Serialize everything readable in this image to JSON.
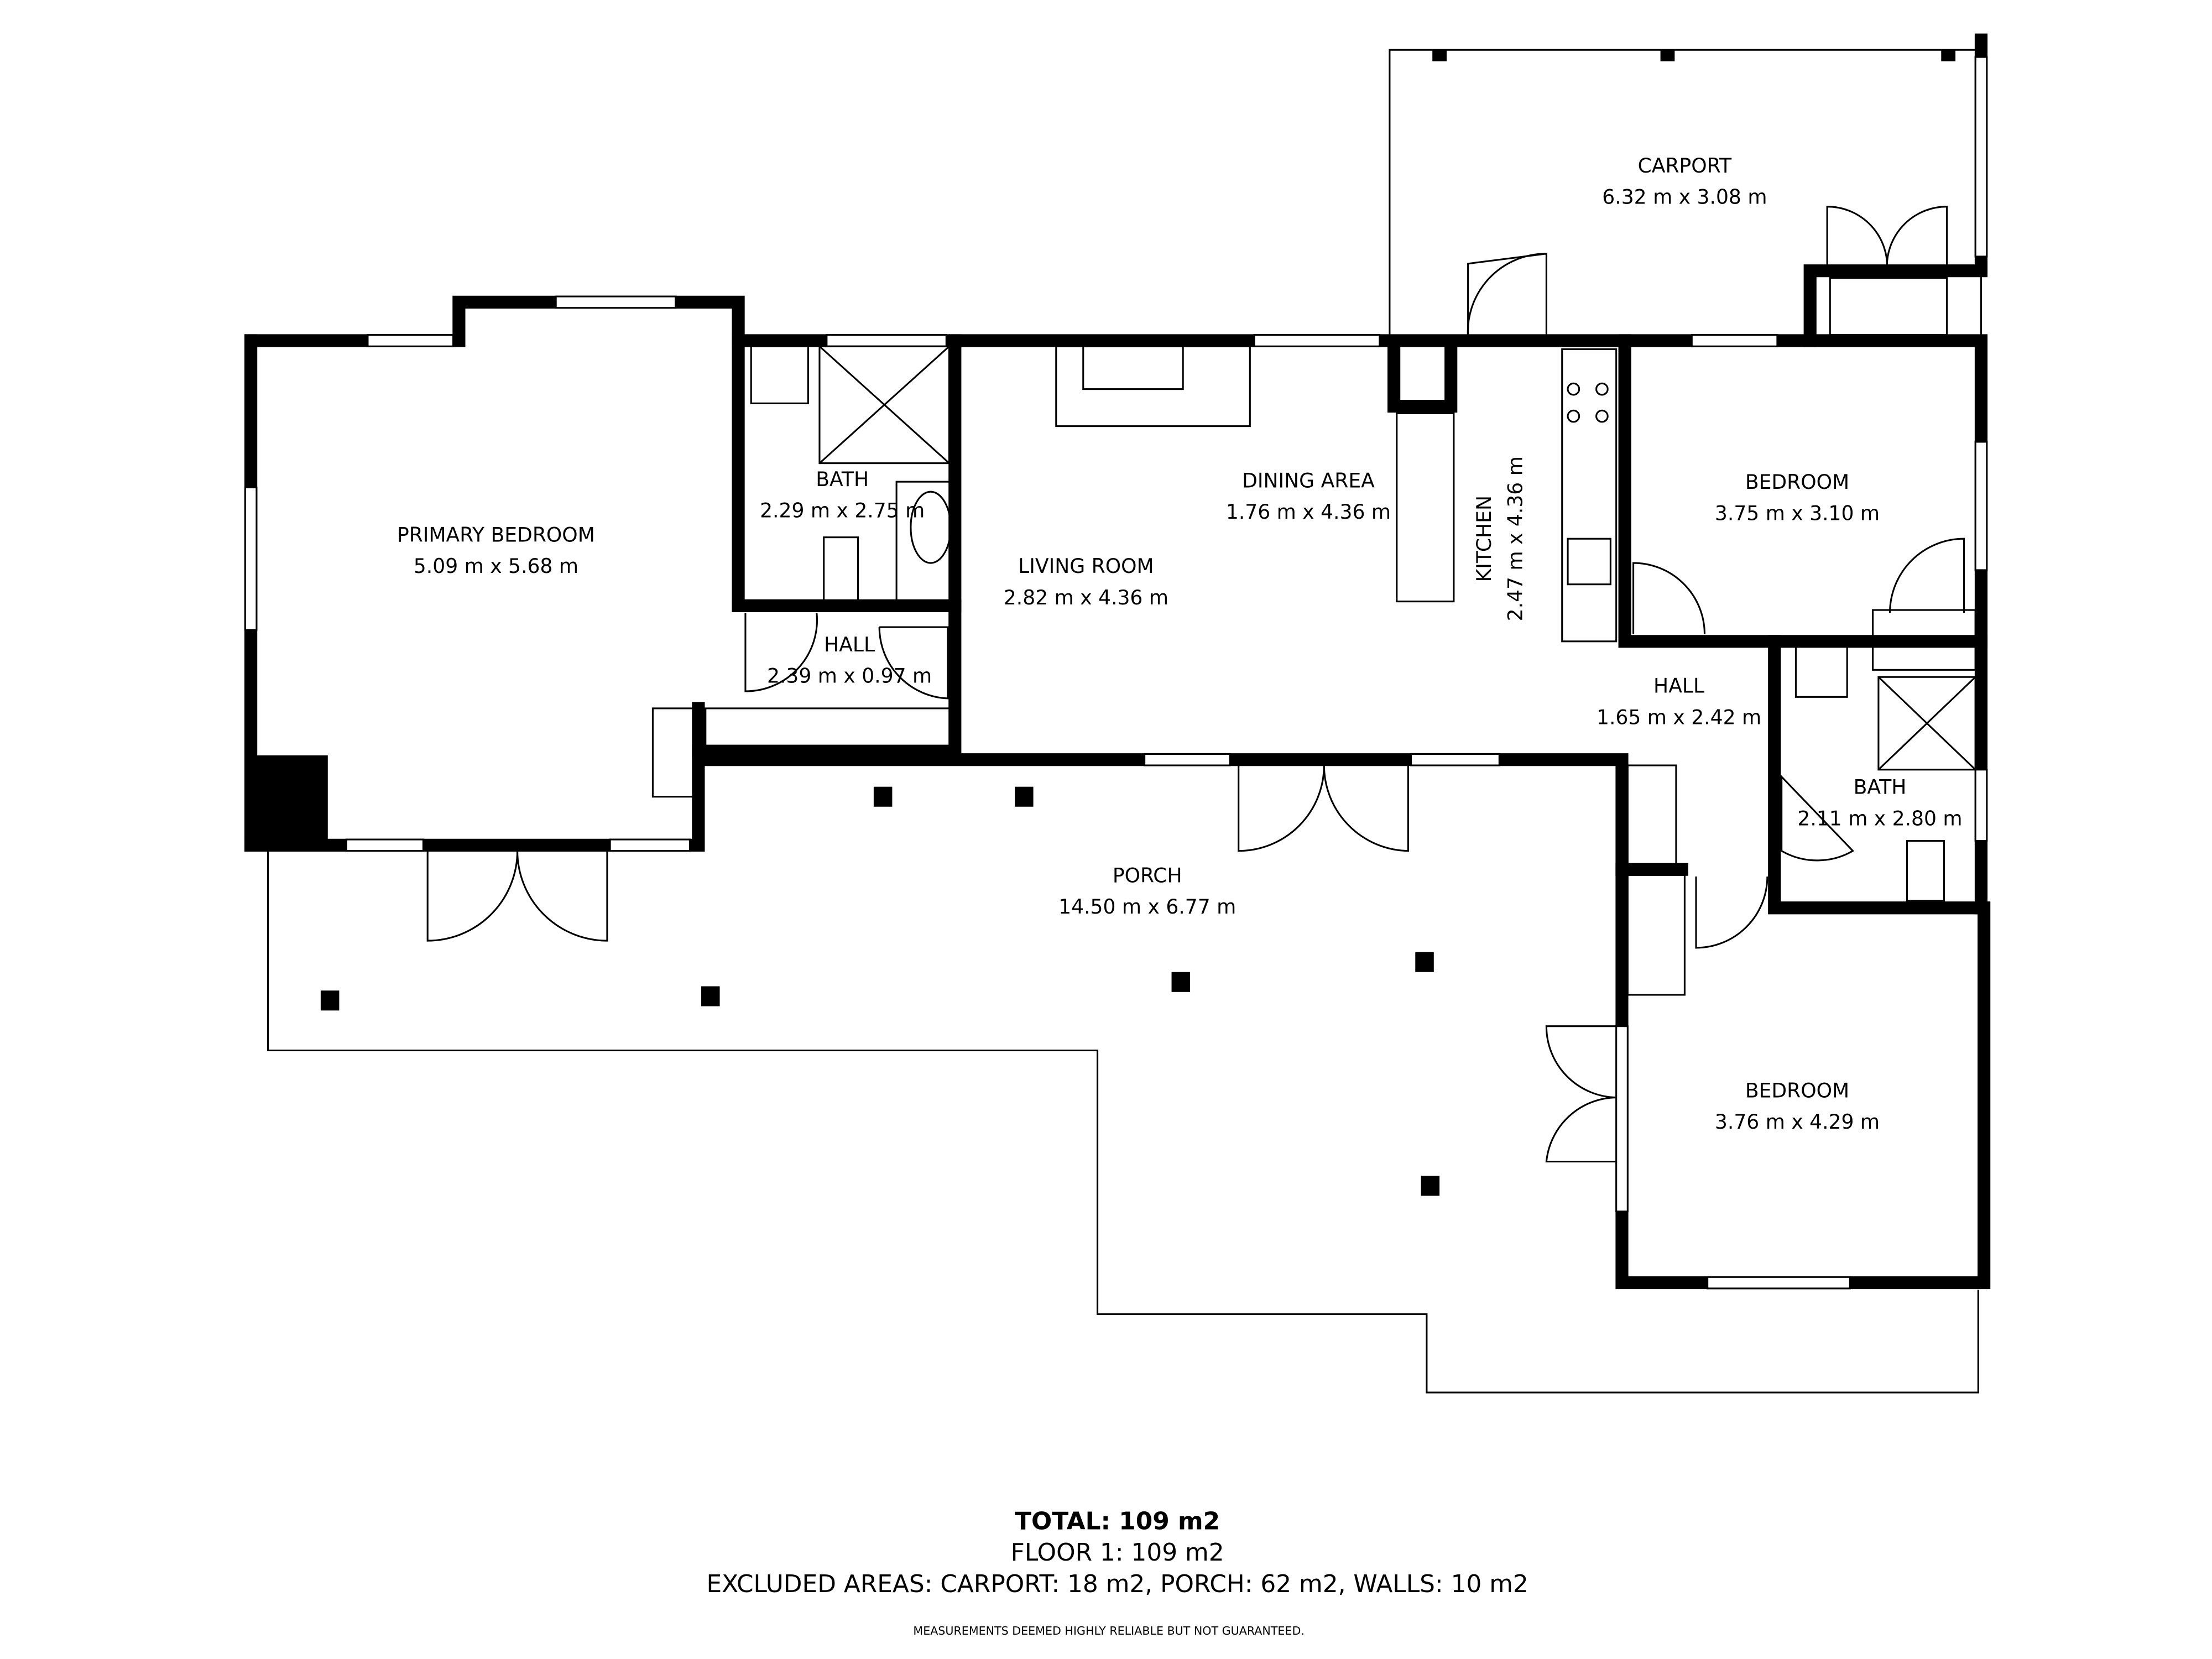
{
  "rooms": {
    "carport": {
      "name": "CARPORT",
      "size": "6.32 m x 3.08 m"
    },
    "primary_bedroom": {
      "name": "PRIMARY BEDROOM",
      "size": "5.09 m x 5.68 m"
    },
    "bath1": {
      "name": "BATH",
      "size": "2.29 m x 2.75 m"
    },
    "hall1": {
      "name": "HALL",
      "size": "2.39 m x 0.97 m"
    },
    "living_room": {
      "name": "LIVING ROOM",
      "size": "2.82 m x 4.36 m"
    },
    "dining_area": {
      "name": "DINING AREA",
      "size": "1.76 m x 4.36 m"
    },
    "kitchen": {
      "name": "KITCHEN",
      "size": "2.47 m x 4.36 m"
    },
    "bedroom1": {
      "name": "BEDROOM",
      "size": "3.75 m x 3.10 m"
    },
    "hall2": {
      "name": "HALL",
      "size": "1.65 m x 2.42 m"
    },
    "bath2": {
      "name": "BATH",
      "size": "2.11 m x 2.80 m"
    },
    "porch": {
      "name": "PORCH",
      "size": "14.50 m x 6.77 m"
    },
    "bedroom2": {
      "name": "BEDROOM",
      "size": "3.76 m x 4.29 m"
    }
  },
  "summary": {
    "total": "TOTAL: 109 m2",
    "floor1": "FLOOR 1: 109 m2",
    "excluded": "EXCLUDED AREAS: CARPORT: 18 m2, PORCH: 62 m2, WALLS: 10 m2",
    "disclaimer": "MEASUREMENTS DEEMED HIGHLY RELIABLE BUT NOT GUARANTEED."
  }
}
